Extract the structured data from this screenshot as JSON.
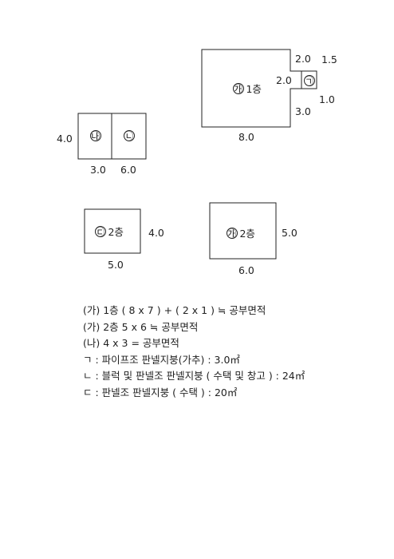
{
  "diagram": {
    "upper_right": {
      "room_label": "㉮ 1층",
      "annex_label": "㉠",
      "dim_bottom": "8.0",
      "dim_top": "2.0",
      "dim_annex_side": "1.5",
      "dim_annex_width": "2.0",
      "dim_annex_height": "1.0",
      "dim_lower_side": "3.0"
    },
    "left_middle": {
      "left_label": "㉯",
      "right_label": "㉡",
      "dim_height": "4.0",
      "dim_left_width": "3.0",
      "dim_right_width": "6.0"
    },
    "lower_left": {
      "room_label": "㉢ 2층",
      "dim_height": "4.0",
      "dim_width": "5.0"
    },
    "lower_right": {
      "room_label": "㉮ 2층",
      "dim_height": "5.0",
      "dim_width": "6.0"
    }
  },
  "notes": [
    "(가) 1층 ( 8 x 7 ) + ( 2 x 1 ) ≒ 공부면적",
    "(가) 2층 5 x 6 ≒ 공부면적",
    "(나) 4 x 3 = 공부면적",
    "ㄱ : 파이프조 판넬지붕(가추) : 3.0㎡",
    "ㄴ : 블럭 및 판넬조 판넬지붕 ( 수택 및 창고 ) : 24㎡",
    "ㄷ : 판넬조 판넬지붕 ( 수택 ) : 20㎡"
  ]
}
